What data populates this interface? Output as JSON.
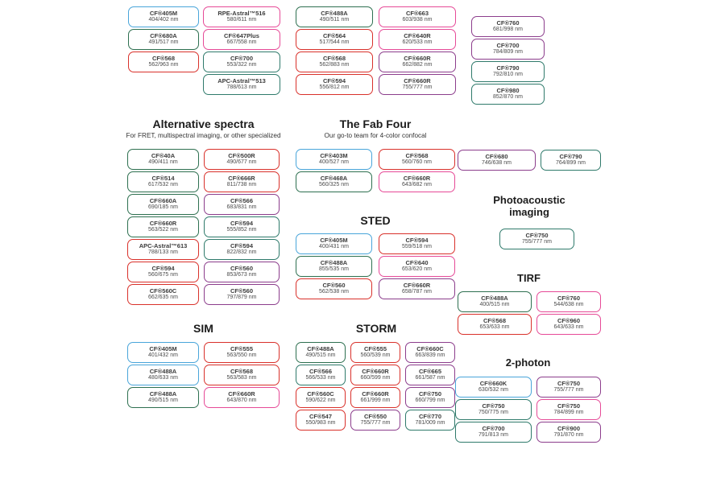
{
  "palette": {
    "blue": "#49a5da",
    "green": "#2e7050",
    "red": "#d9312b",
    "pink": "#e64a97",
    "teal": "#2f7a6b",
    "purple": "#8c3d8c"
  },
  "top_columns": [
    {
      "pills": [
        {
          "name": "CF®405M",
          "value": "404/402 nm",
          "color": "blue"
        },
        {
          "name": "CF®680A",
          "value": "491/517 nm",
          "color": "green"
        },
        {
          "name": "CF®568",
          "value": "562/963 nm",
          "color": "red"
        }
      ]
    },
    {
      "pills": [
        {
          "name": "RPE-Astral™516",
          "value": "580/611 nm",
          "color": "pink"
        },
        {
          "name": "CF®647Plus",
          "value": "667/558 nm",
          "color": "pink"
        },
        {
          "name": "CF®700",
          "value": "553/322 nm",
          "color": "teal"
        },
        {
          "name": "APC-Astral™513",
          "value": "788/613 nm",
          "color": "teal"
        }
      ]
    },
    {
      "pills": [
        {
          "name": "CF®488A",
          "value": "490/511 nm",
          "color": "green"
        },
        {
          "name": "CF®564",
          "value": "517/544 nm",
          "color": "red"
        },
        {
          "name": "CF®568",
          "value": "562/883 nm",
          "color": "red"
        },
        {
          "name": "CF®594",
          "value": "556/812 nm",
          "color": "red"
        }
      ]
    },
    {
      "pills": [
        {
          "name": "CF®663",
          "value": "603/938 nm",
          "color": "pink"
        },
        {
          "name": "CF®640R",
          "value": "620/533 nm",
          "color": "pink"
        },
        {
          "name": "CF®660R",
          "value": "662/882 nm",
          "color": "purple"
        },
        {
          "name": "CF®660R",
          "value": "755/777 nm",
          "color": "purple"
        }
      ]
    },
    {
      "pills": [
        {
          "name": "CF®760",
          "value": "681/998 nm",
          "color": "purple"
        },
        {
          "name": "CF®700",
          "value": "784/809 nm",
          "color": "purple"
        },
        {
          "name": "CF®790",
          "value": "792/810 nm",
          "color": "teal"
        },
        {
          "name": "CF®980",
          "value": "852/870 nm",
          "color": "teal"
        }
      ]
    }
  ],
  "sections": {
    "alternative_spectra": {
      "title": "Alternative spectra",
      "subtitle": "For FRET, multispectral imaging, or other specialized",
      "pills": [
        {
          "name": "CF®40A",
          "value": "490/411 nm",
          "color": "green"
        },
        {
          "name": "CF®500R",
          "value": "490/677 nm",
          "color": "red"
        },
        {
          "name": "CF®514",
          "value": "617/532 nm",
          "color": "green"
        },
        {
          "name": "CF®666R",
          "value": "811/738 nm",
          "color": "red"
        },
        {
          "name": "CF®660A",
          "value": "690/185 nm",
          "color": "green"
        },
        {
          "name": "CF®566",
          "value": "683/831 nm",
          "color": "purple"
        },
        {
          "name": "CF®660R",
          "value": "563/522 nm",
          "color": "green"
        },
        {
          "name": "CF®594",
          "value": "555/852 nm",
          "color": "teal"
        },
        {
          "name": "APC-Astral™613",
          "value": "788/133 nm",
          "color": "red"
        },
        {
          "name": "CF®594",
          "value": "822/832 nm",
          "color": "teal"
        },
        {
          "name": "CF®594",
          "value": "560/675 nm",
          "color": "red"
        },
        {
          "name": "CF®560",
          "value": "853/673 nm",
          "color": "purple"
        },
        {
          "name": "CF®560C",
          "value": "662/635 nm",
          "color": "red"
        },
        {
          "name": "CF®560",
          "value": "797/879 nm",
          "color": "purple"
        }
      ]
    },
    "fab_four": {
      "title": "The Fab Four",
      "subtitle": "Our go-to team for 4-color confocal",
      "pills": [
        {
          "name": "CF®403M",
          "value": "400/527 nm",
          "color": "blue"
        },
        {
          "name": "CF®568",
          "value": "560/760 nm",
          "color": "red"
        },
        {
          "name": "CF®468A",
          "value": "560/325 nm",
          "color": "green"
        },
        {
          "name": "CF®660R",
          "value": "643/682 nm",
          "color": "pink"
        }
      ]
    },
    "sted": {
      "title": "STED",
      "pills": [
        {
          "name": "CF®405M",
          "value": "400/431 nm",
          "color": "blue"
        },
        {
          "name": "CF®594",
          "value": "559/518 nm",
          "color": "red"
        },
        {
          "name": "CF®488A",
          "value": "855/535 nm",
          "color": "green"
        },
        {
          "name": "CF®640",
          "value": "653/620 nm",
          "color": "pink"
        },
        {
          "name": "CF®560",
          "value": "562/538 nm",
          "color": "red"
        },
        {
          "name": "CF®660R",
          "value": "658/787 nm",
          "color": "purple"
        }
      ]
    },
    "sim": {
      "title": "SIM",
      "pills": [
        {
          "name": "CF®405M",
          "value": "401/432 nm",
          "color": "blue"
        },
        {
          "name": "CF®555",
          "value": "563/550 nm",
          "color": "red"
        },
        {
          "name": "CF®488A",
          "value": "480/633 nm",
          "color": "blue"
        },
        {
          "name": "CF®568",
          "value": "563/583 nm",
          "color": "red"
        },
        {
          "name": "CF®488A",
          "value": "490/515 nm",
          "color": "green"
        },
        {
          "name": "CF®660R",
          "value": "643/870 nm",
          "color": "pink"
        }
      ]
    },
    "storm": {
      "title": "STORM",
      "pills": [
        {
          "name": "CF®488A",
          "value": "490/515 nm",
          "color": "green"
        },
        {
          "name": "CF®555",
          "value": "560/539 nm",
          "color": "red"
        },
        {
          "name": "CF®660C",
          "value": "663/839 nm",
          "color": "purple"
        },
        {
          "name": "CF®566",
          "value": "566/533 nm",
          "color": "teal"
        },
        {
          "name": "CF®660R",
          "value": "660/599 nm",
          "color": "red"
        },
        {
          "name": "CF®665",
          "value": "661/587 nm",
          "color": "purple"
        },
        {
          "name": "CF®560C",
          "value": "590/622 nm",
          "color": "red"
        },
        {
          "name": "CF®660R",
          "value": "661/999 nm",
          "color": "red"
        },
        {
          "name": "CF®750",
          "value": "660/799 nm",
          "color": "purple"
        },
        {
          "name": "CF®547",
          "value": "550/983 nm",
          "color": "red"
        },
        {
          "name": "CF®550",
          "value": "755/777 nm",
          "color": "purple"
        },
        {
          "name": "CF®770",
          "value": "781/009 nm",
          "color": "teal"
        }
      ]
    },
    "side_pair": {
      "pills": [
        {
          "name": "CF®680",
          "value": "746/638 nm",
          "color": "purple"
        },
        {
          "name": "CF®790",
          "value": "764/899 nm",
          "color": "teal"
        }
      ]
    },
    "photoacoustic": {
      "title": "Photoacoustic imaging",
      "pills": [
        {
          "name": "CF®750",
          "value": "755/777 nm",
          "color": "teal"
        }
      ]
    },
    "tirf": {
      "title": "TIRF",
      "pills": [
        {
          "name": "CF®488A",
          "value": "400/515 nm",
          "color": "green"
        },
        {
          "name": "CF®760",
          "value": "544/638 nm",
          "color": "pink"
        },
        {
          "name": "CF®568",
          "value": "653/633 nm",
          "color": "red"
        },
        {
          "name": "CF®960",
          "value": "643/633 nm",
          "color": "pink"
        }
      ]
    },
    "two_photon": {
      "title": "2-photon",
      "pills": [
        {
          "name": "CF®660K",
          "value": "630/532 nm",
          "color": "blue"
        },
        {
          "name": "CF®750",
          "value": "755/777 nm",
          "color": "purple"
        },
        {
          "name": "CF®750",
          "value": "750/775 nm",
          "color": "teal"
        },
        {
          "name": "CF®750",
          "value": "784/899 nm",
          "color": "pink"
        },
        {
          "name": "CF®700",
          "value": "791/813 nm",
          "color": "teal"
        },
        {
          "name": "CF®900",
          "value": "791/870 nm",
          "color": "purple"
        }
      ]
    }
  }
}
